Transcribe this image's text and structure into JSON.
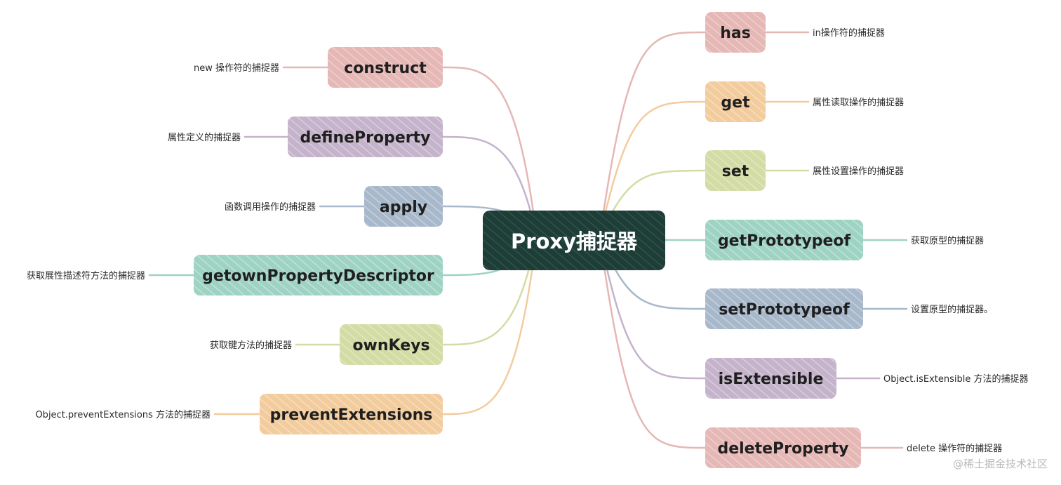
{
  "center": {
    "label": "Proxy捕捉器",
    "color": "#1d3d37"
  },
  "left": [
    {
      "label": "construct",
      "desc": "new 操作符的捕捉器",
      "color": "#e5b7b5"
    },
    {
      "label": "defineProperty",
      "desc": "属性定义的捕捉器",
      "color": "#c4b3cb"
    },
    {
      "label": "apply",
      "desc": "函数调用操作的捕捉器",
      "color": "#a8b8cb"
    },
    {
      "label": "getownPropertyDescriptor",
      "desc": "获取展性描述符方法的捕捉器",
      "color": "#9ed3c3"
    },
    {
      "label": "ownKeys",
      "desc": "获取键方法的捕捉器",
      "color": "#d2dca4"
    },
    {
      "label": "preventExtensions",
      "desc": "Object.preventExtensions 方法的捕捉器",
      "color": "#f3cc9e"
    }
  ],
  "right": [
    {
      "label": "has",
      "desc": "in操作符的捕捉器",
      "color": "#e5b7b5"
    },
    {
      "label": "get",
      "desc": "属性读取操作的捕捉器",
      "color": "#f3cc9e"
    },
    {
      "label": "set",
      "desc": "展性设置操作的捕捉器",
      "color": "#d2dca4"
    },
    {
      "label": "getPrototypeof",
      "desc": "获取原型的捕捉器",
      "color": "#9ed3c3"
    },
    {
      "label": "setPrototypeof",
      "desc": "设置原型的捕捉器。",
      "color": "#a8b8cb"
    },
    {
      "label": "isExtensible",
      "desc": "Object.isExtensible 方法的捕捉器",
      "color": "#c4b3cb"
    },
    {
      "label": "deleteProperty",
      "desc": "delete 操作符的捕捉器",
      "color": "#e5b7b5"
    }
  ],
  "watermark": "@稀土掘金技术社区"
}
